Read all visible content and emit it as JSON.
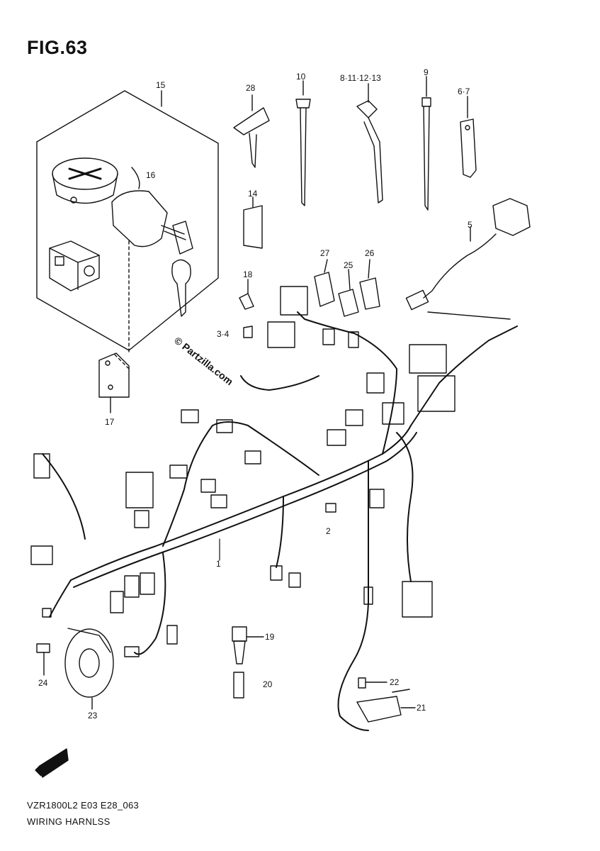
{
  "figure": {
    "title": "FIG.63",
    "model_code": "VZR1800L2 E03 E28_063",
    "caption": "WIRING HARNLSS",
    "watermark": "© Partzilla.com"
  },
  "callouts": {
    "c1": "1",
    "c2": "2",
    "c3_4": "3·4",
    "c5": "5",
    "c6_7": "6·7",
    "c8_11_12_13": "8·11·12·13",
    "c9": "9",
    "c10": "10",
    "c14": "14",
    "c15": "15",
    "c16": "16",
    "c17": "17",
    "c18": "18",
    "c19": "19",
    "c20": "20",
    "c21": "21",
    "c22": "22",
    "c23": "23",
    "c24": "24",
    "c25": "25",
    "c26": "26",
    "c27": "27",
    "c28": "28"
  },
  "icons": {
    "front_arrow": "fwd-arrow-icon"
  },
  "colors": {
    "ink": "#111111",
    "paper": "#ffffff"
  }
}
